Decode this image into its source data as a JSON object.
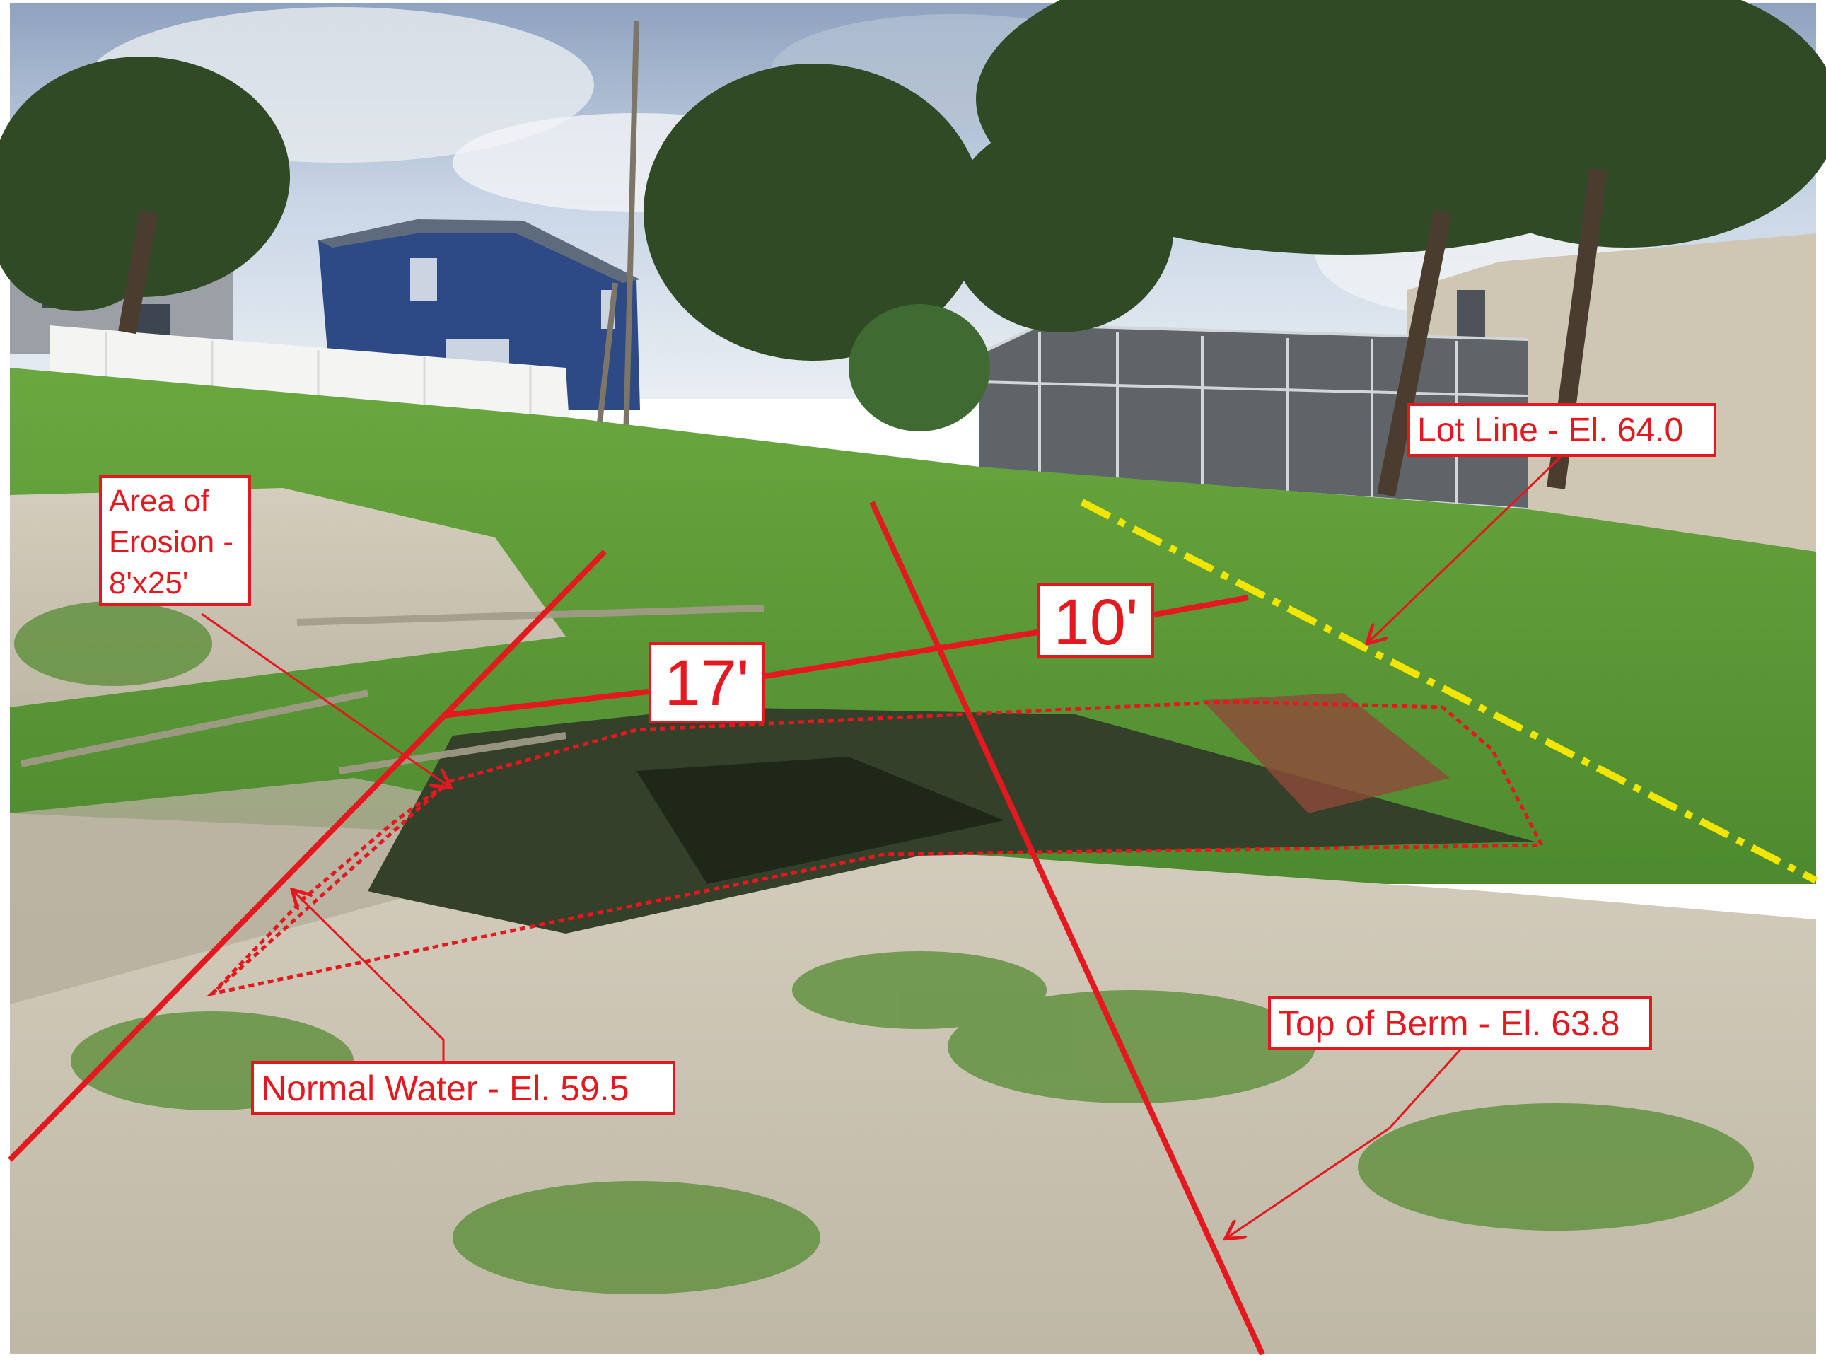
{
  "annotations": {
    "erosion_line1": "Area of",
    "erosion_line2": "Erosion -",
    "erosion_line3": "8'x25'",
    "lot_line": "Lot Line - El. 64.0",
    "normal_water": "Normal Water - El. 59.5",
    "top_of_berm": "Top of Berm - El. 63.8",
    "dim_17": "17'",
    "dim_10": "10'"
  },
  "colors": {
    "annotation_red": "#e3191f",
    "lot_line_yellow": "#f2e600",
    "sky": "#c9d6e6",
    "grass": "#5e9a3a",
    "sand": "#d8d2c4",
    "house_blue": "#2d4a86",
    "house_tan": "#cfc6b4",
    "fence_white": "#f4f4f2",
    "screen_enclosure": "#5e6468"
  },
  "icons": [
    "leader-arrow-icon"
  ]
}
